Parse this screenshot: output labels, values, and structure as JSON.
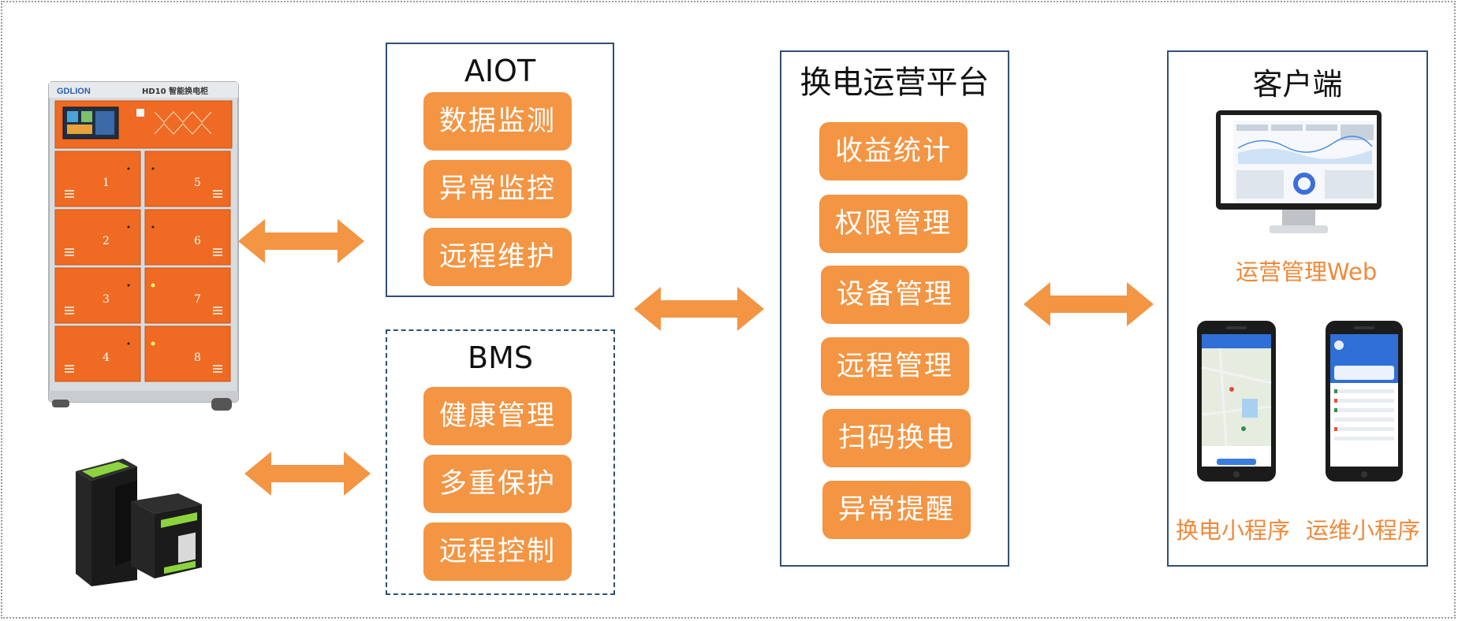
{
  "colors": {
    "accent": "#f39543",
    "box_border": "#2f5075",
    "caption": "#f0893a",
    "cabinet": "#ef6a22"
  },
  "cabinet": {
    "brand": "GDLION",
    "model": "HD10 智能换电柜",
    "doors": [
      "1",
      "5",
      "2",
      "6",
      "3",
      "7",
      "4",
      "8"
    ]
  },
  "aiot": {
    "title": "AIOT",
    "items": [
      "数据监测",
      "异常监控",
      "远程维护"
    ]
  },
  "bms": {
    "title": "BMS",
    "items": [
      "健康管理",
      "多重保护",
      "远程控制"
    ]
  },
  "platform": {
    "title": "换电运营平台",
    "items": [
      "收益统计",
      "权限管理",
      "设备管理",
      "远程管理",
      "扫码换电",
      "异常提醒"
    ]
  },
  "client": {
    "title": "客户端",
    "web_label": "运营管理Web",
    "swap_app_label": "换电小程序",
    "ops_app_label": "运维小程序"
  }
}
